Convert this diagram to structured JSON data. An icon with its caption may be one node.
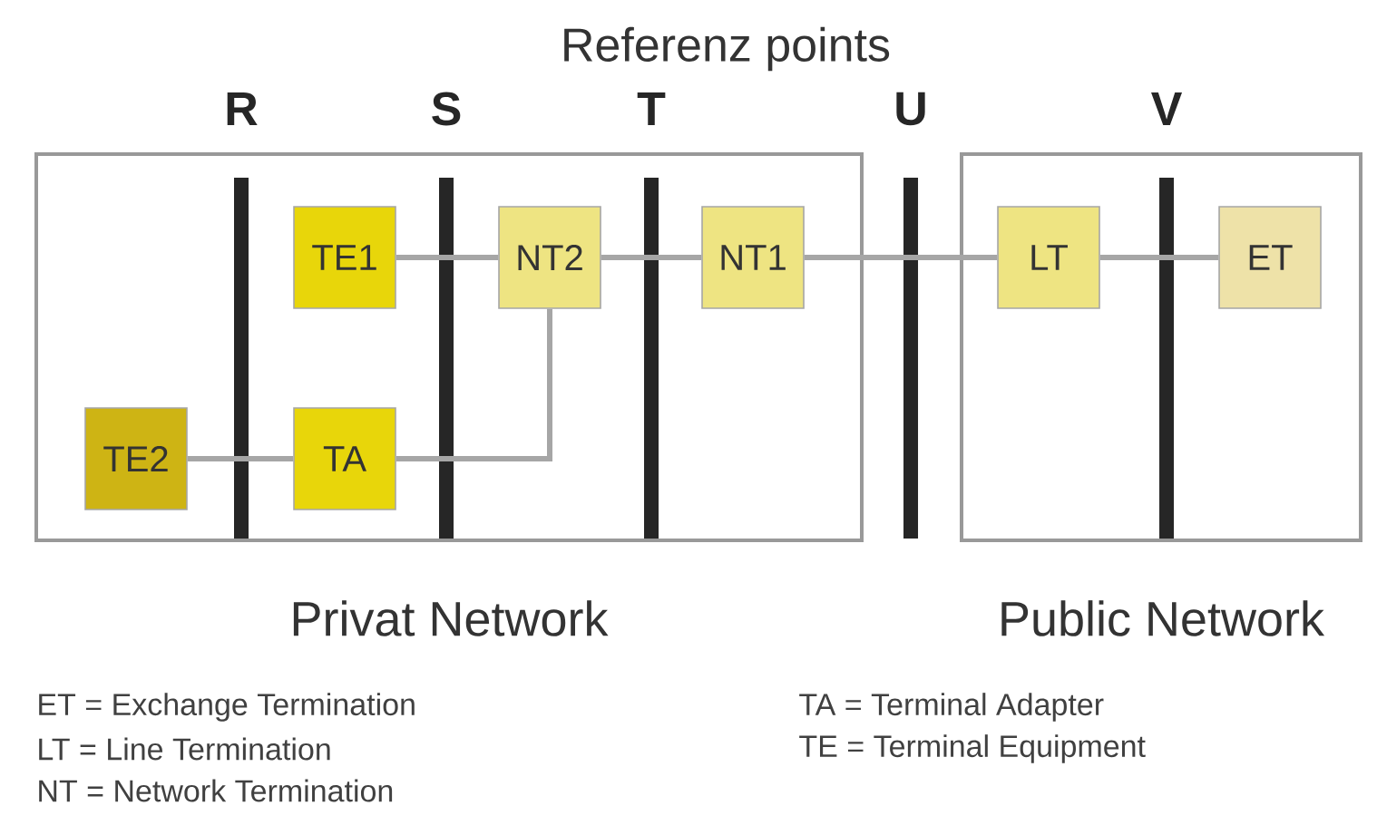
{
  "diagram": {
    "title": "Referenz points",
    "nodes": [
      {
        "text": [
          "Privat Network"
        ]
      },
      {
        "text": [
          "Public Network"
        ]
      },
      {
        "text": [
          "TE1"
        ],
        "in": 0
      },
      {
        "text": [
          "NT2"
        ],
        "in": 0
      },
      {
        "text": [
          "NT1"
        ],
        "in": 0
      },
      {
        "text": [
          "TE2"
        ],
        "in": 0
      },
      {
        "text": [
          "TA"
        ],
        "in": 0
      },
      {
        "text": [
          "LT"
        ],
        "in": 1
      },
      {
        "text": [
          "ET"
        ],
        "in": 1
      }
    ],
    "edges": [
      {
        "from": 2,
        "to": 3,
        "arrow": "none"
      },
      {
        "from": 3,
        "to": 4,
        "arrow": "none"
      },
      {
        "from": 4,
        "to": 7,
        "arrow": "none"
      },
      {
        "from": 7,
        "to": 8,
        "arrow": "none"
      },
      {
        "from": 5,
        "to": 6,
        "arrow": "none"
      },
      {
        "from": 6,
        "to": 3,
        "arrow": "none"
      }
    ],
    "labels": [
      "R",
      "S",
      "T",
      "U",
      "V",
      "ET = Exchange Termination",
      "TA = Terminal Adapter",
      "LT = Line Termination",
      "TE = Terminal Equipment",
      "NT = Network Termination"
    ]
  }
}
